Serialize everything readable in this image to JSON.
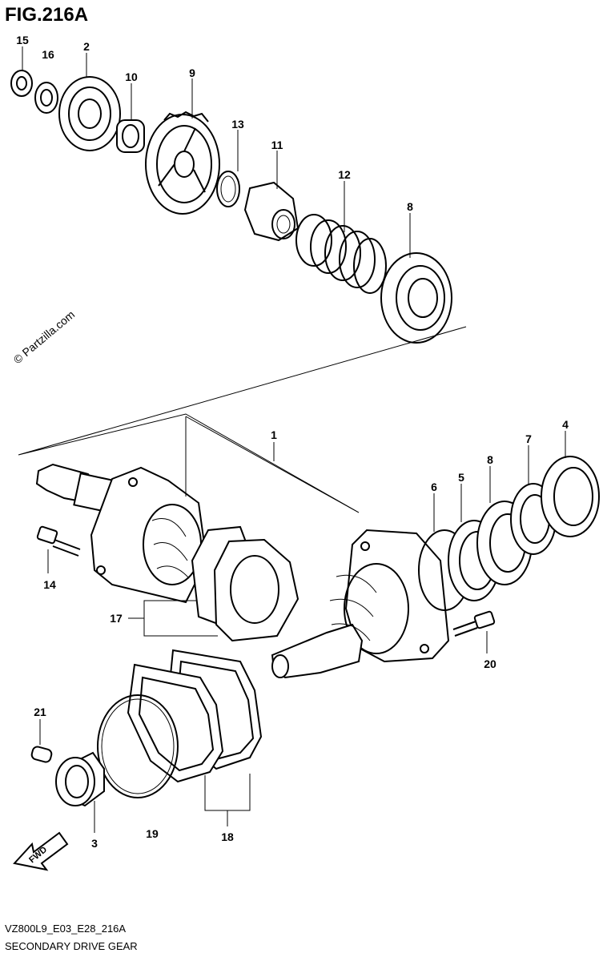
{
  "figure": {
    "title": "FIG.216A",
    "watermark": "© Partzilla.com",
    "model_code": "VZ800L9_E03_E28_216A",
    "caption": "SECONDARY DRIVE GEAR",
    "fwd_label": "FWD"
  },
  "callouts": {
    "c1": "1",
    "c2": "2",
    "c3": "3",
    "c4": "4",
    "c5": "5",
    "c6": "6",
    "c7": "7",
    "c8a": "8",
    "c8b": "8",
    "c9": "9",
    "c10": "10",
    "c11": "11",
    "c12": "12",
    "c13": "13",
    "c14": "14",
    "c15": "15",
    "c16": "16",
    "c17": "17",
    "c18": "18",
    "c19": "19",
    "c20": "20",
    "c21": "21"
  }
}
